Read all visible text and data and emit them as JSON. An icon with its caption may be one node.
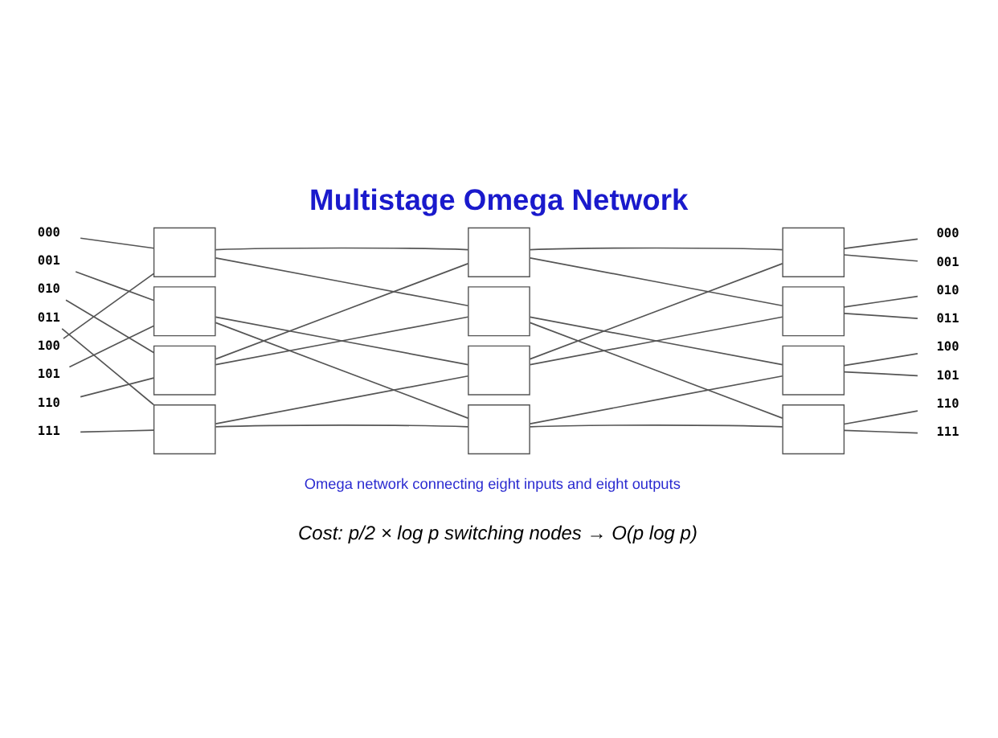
{
  "diagram": {
    "title": "Multistage Omega Network",
    "caption": "Omega network connecting eight inputs and eight outputs",
    "nodes": [
      {
        "text": [
          "000"
        ]
      },
      {
        "text": [
          "001"
        ]
      },
      {
        "text": [
          "010"
        ]
      },
      {
        "text": [
          "011"
        ]
      },
      {
        "text": [
          "100"
        ]
      },
      {
        "text": [
          "101"
        ]
      },
      {
        "text": [
          "110"
        ]
      },
      {
        "text": [
          "111"
        ]
      },
      {
        "text": [],
        "shape": "box"
      },
      {
        "text": [],
        "shape": "box"
      },
      {
        "text": [],
        "shape": "box"
      },
      {
        "text": [],
        "shape": "box"
      },
      {
        "text": [],
        "shape": "box"
      },
      {
        "text": [],
        "shape": "box"
      },
      {
        "text": [],
        "shape": "box"
      },
      {
        "text": [],
        "shape": "box"
      },
      {
        "text": [],
        "shape": "box"
      },
      {
        "text": [],
        "shape": "box"
      },
      {
        "text": [],
        "shape": "box"
      },
      {
        "text": [],
        "shape": "box"
      },
      {
        "text": [
          "000"
        ]
      },
      {
        "text": [
          "001"
        ]
      },
      {
        "text": [
          "010"
        ]
      },
      {
        "text": [
          "011"
        ]
      },
      {
        "text": [
          "100"
        ]
      },
      {
        "text": [
          "101"
        ]
      },
      {
        "text": [
          "110"
        ]
      },
      {
        "text": [
          "111"
        ]
      }
    ],
    "edges": [
      {
        "from": 0,
        "to": 8,
        "arrow": "none"
      },
      {
        "from": 1,
        "to": 9,
        "arrow": "none"
      },
      {
        "from": 2,
        "to": 10,
        "arrow": "none"
      },
      {
        "from": 3,
        "to": 11,
        "arrow": "none"
      },
      {
        "from": 4,
        "to": 8,
        "arrow": "none"
      },
      {
        "from": 5,
        "to": 9,
        "arrow": "none"
      },
      {
        "from": 6,
        "to": 10,
        "arrow": "none"
      },
      {
        "from": 7,
        "to": 11,
        "arrow": "none"
      },
      {
        "from": 8,
        "to": 12,
        "arrow": "none"
      },
      {
        "from": 8,
        "to": 13,
        "arrow": "none"
      },
      {
        "from": 9,
        "to": 14,
        "arrow": "none"
      },
      {
        "from": 9,
        "to": 15,
        "arrow": "none"
      },
      {
        "from": 10,
        "to": 12,
        "arrow": "none"
      },
      {
        "from": 10,
        "to": 13,
        "arrow": "none"
      },
      {
        "from": 11,
        "to": 14,
        "arrow": "none"
      },
      {
        "from": 11,
        "to": 15,
        "arrow": "none"
      },
      {
        "from": 12,
        "to": 16,
        "arrow": "none"
      },
      {
        "from": 12,
        "to": 17,
        "arrow": "none"
      },
      {
        "from": 13,
        "to": 18,
        "arrow": "none"
      },
      {
        "from": 13,
        "to": 19,
        "arrow": "none"
      },
      {
        "from": 14,
        "to": 16,
        "arrow": "none"
      },
      {
        "from": 14,
        "to": 17,
        "arrow": "none"
      },
      {
        "from": 15,
        "to": 18,
        "arrow": "none"
      },
      {
        "from": 15,
        "to": 19,
        "arrow": "none"
      },
      {
        "from": 16,
        "to": 20,
        "arrow": "none"
      },
      {
        "from": 16,
        "to": 21,
        "arrow": "none"
      },
      {
        "from": 17,
        "to": 22,
        "arrow": "none"
      },
      {
        "from": 17,
        "to": 23,
        "arrow": "none"
      },
      {
        "from": 18,
        "to": 24,
        "arrow": "none"
      },
      {
        "from": 18,
        "to": 25,
        "arrow": "none"
      },
      {
        "from": 19,
        "to": 26,
        "arrow": "none"
      },
      {
        "from": 19,
        "to": 27,
        "arrow": "none"
      }
    ],
    "labels": [
      "Cost: p/2 × log p switching nodes → O(p log p)"
    ]
  }
}
